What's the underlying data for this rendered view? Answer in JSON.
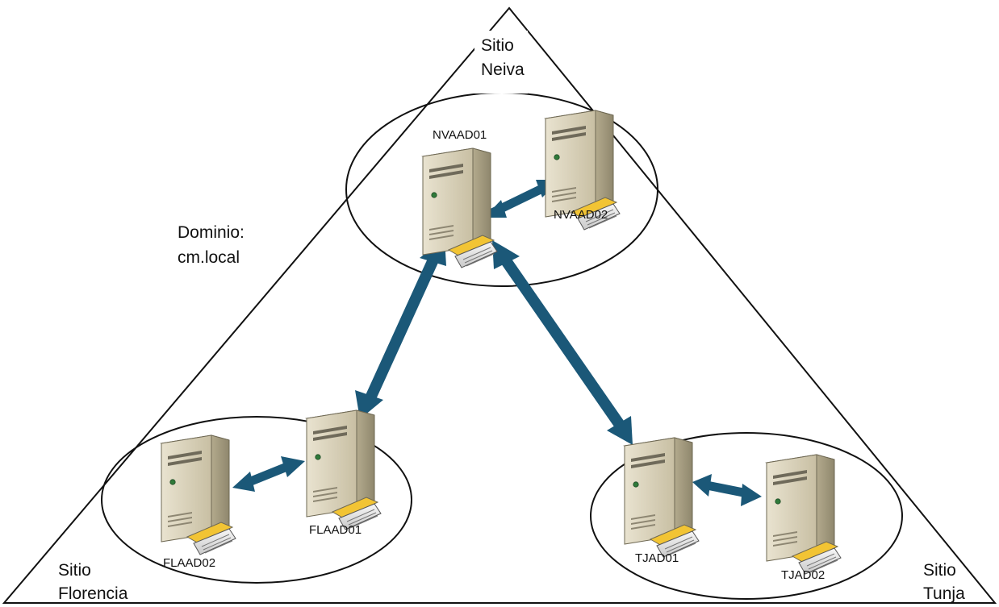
{
  "domain": {
    "line1": "Dominio:",
    "line2": "cm.local"
  },
  "sites": {
    "neiva": {
      "line1": "Sitio",
      "line2": "Neiva"
    },
    "florencia": {
      "line1": "Sitio",
      "line2": "Florencia"
    },
    "tunja": {
      "line1": "Sitio",
      "line2": "Tunja"
    }
  },
  "servers": {
    "nvaad01": "NVAAD01",
    "nvaad02": "NVAAD02",
    "flaad01": "FLAAD01",
    "flaad02": "FLAAD02",
    "tjad01": "TJAD01",
    "tjad02": "TJAD02"
  },
  "colors": {
    "arrow": "#1b5878",
    "outline": "#111111",
    "server_body": "#dcd4bc",
    "drive_slot": "#f2c434"
  },
  "icons": {
    "server": "server-tower-icon",
    "link": "double-arrow-icon"
  }
}
